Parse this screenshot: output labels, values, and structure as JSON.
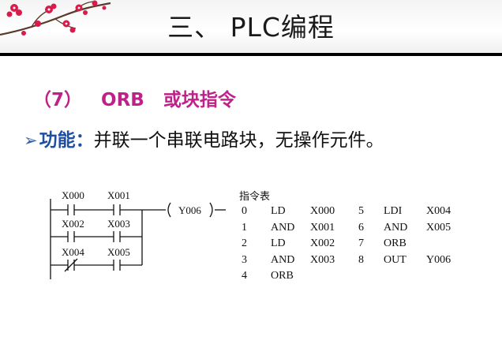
{
  "header": {
    "title": "三、 PLC编程",
    "accent_color": "#c0208a",
    "decoration": "plum-blossom-branch"
  },
  "section": {
    "number": "（7）",
    "mnemonic": "ORB",
    "name": "或块指令"
  },
  "function_line": {
    "bullet_icon": "arrow-bullet",
    "label": "功能：",
    "text": "并联一个串联电路块，无操作元件。"
  },
  "ladder": {
    "rows": [
      {
        "first": "X000",
        "second": "X001"
      },
      {
        "first": "X002",
        "second": "X003"
      },
      {
        "first": "X004",
        "second": "X005"
      }
    ],
    "coil": "Y006"
  },
  "instruction_list": {
    "title": "指令表",
    "left": [
      {
        "step": "0",
        "op": "LD",
        "arg": "X000"
      },
      {
        "step": "1",
        "op": "AND",
        "arg": "X001"
      },
      {
        "step": "2",
        "op": "LD",
        "arg": "X002"
      },
      {
        "step": "3",
        "op": "AND",
        "arg": "X003"
      },
      {
        "step": "4",
        "op": "ORB",
        "arg": ""
      }
    ],
    "right": [
      {
        "step": "5",
        "op": "LDI",
        "arg": "X004"
      },
      {
        "step": "6",
        "op": "AND",
        "arg": "X005"
      },
      {
        "step": "7",
        "op": "ORB",
        "arg": ""
      },
      {
        "step": "8",
        "op": "OUT",
        "arg": "Y006"
      }
    ]
  }
}
